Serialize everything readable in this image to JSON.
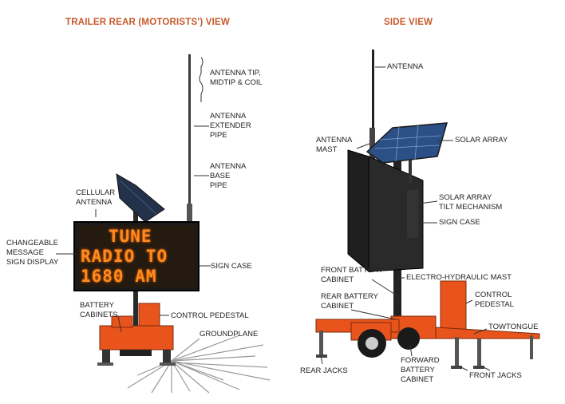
{
  "titles": {
    "rear": "TRAILER REAR (MOTORISTS') VIEW",
    "side": "SIDE VIEW"
  },
  "rear_labels": {
    "antenna_tip": "ANTENNA TIP,\nMIDTIP & COIL",
    "extender_pipe": "ANTENNA\nEXTENDER\nPIPE",
    "base_pipe": "ANTENNA\nBASE\nPIPE",
    "cellular_antenna": "CELLULAR\nANTENNA",
    "changeable_message": "CHANGEABLE\nMESSAGE\nSIGN DISPLAY",
    "sign_case": "SIGN CASE",
    "battery_cabinets": "BATTERY\nCABINETS",
    "control_pedestal": "CONTROL PEDESTAL",
    "groundplane": "GROUNDPLANE"
  },
  "sign_message": {
    "line1": "TUNE",
    "line2": "RADIO TO",
    "line3": "1680 AM"
  },
  "side_labels": {
    "antenna": "ANTENNA",
    "antenna_mast": "ANTENNA\nMAST",
    "solar_array": "SOLAR ARRAY",
    "solar_tilt": "SOLAR ARRAY\nTILT MECHANISM",
    "sign_case": "SIGN CASE",
    "front_battery": "FRONT BATTERY\nCABINET",
    "electro_mast": "ELECTRO-HYDRAULIC MAST",
    "rear_battery": "REAR BATTERY\nCABINET",
    "control_pedestal": "CONTROL\nPEDESTAL",
    "towtongue": "TOWTONGUE",
    "rear_jacks": "REAR JACKS",
    "forward_battery": "FORWARD\nBATTERY\nCABINET",
    "front_jacks": "FRONT JACKS"
  },
  "colors": {
    "title": "#c8582a",
    "trailer_orange": "#e8541c",
    "led": "#ff8a1e"
  }
}
